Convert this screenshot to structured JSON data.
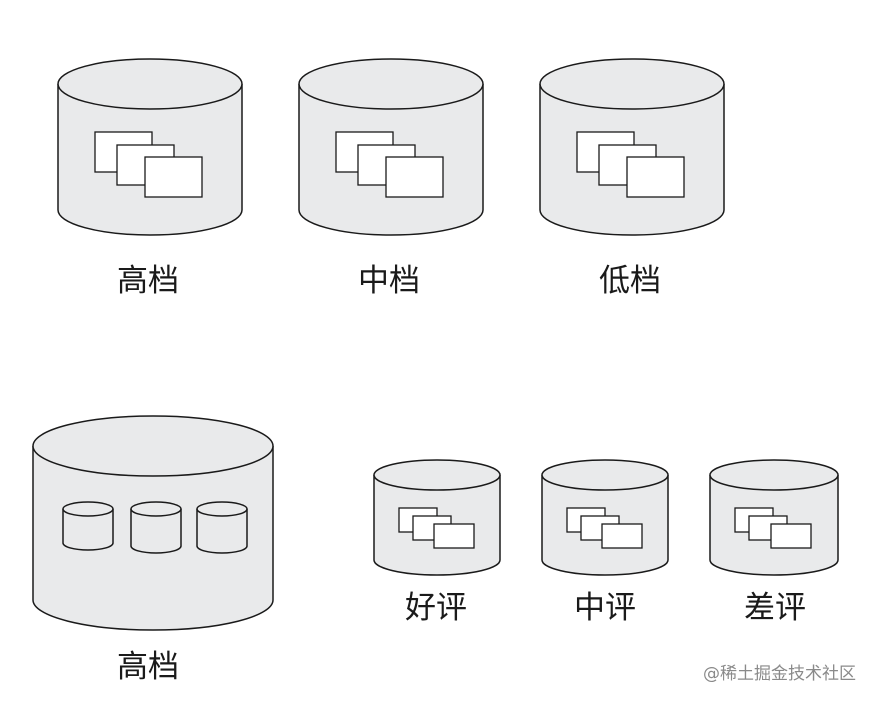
{
  "diagram": {
    "top_row": [
      {
        "label": "高档"
      },
      {
        "label": "中档"
      },
      {
        "label": "低档"
      }
    ],
    "bottom_left": {
      "label": "高档"
    },
    "bottom_right": [
      {
        "label": "好评"
      },
      {
        "label": "中评"
      },
      {
        "label": "差评"
      }
    ]
  },
  "watermark": "@稀土掘金技术社区"
}
